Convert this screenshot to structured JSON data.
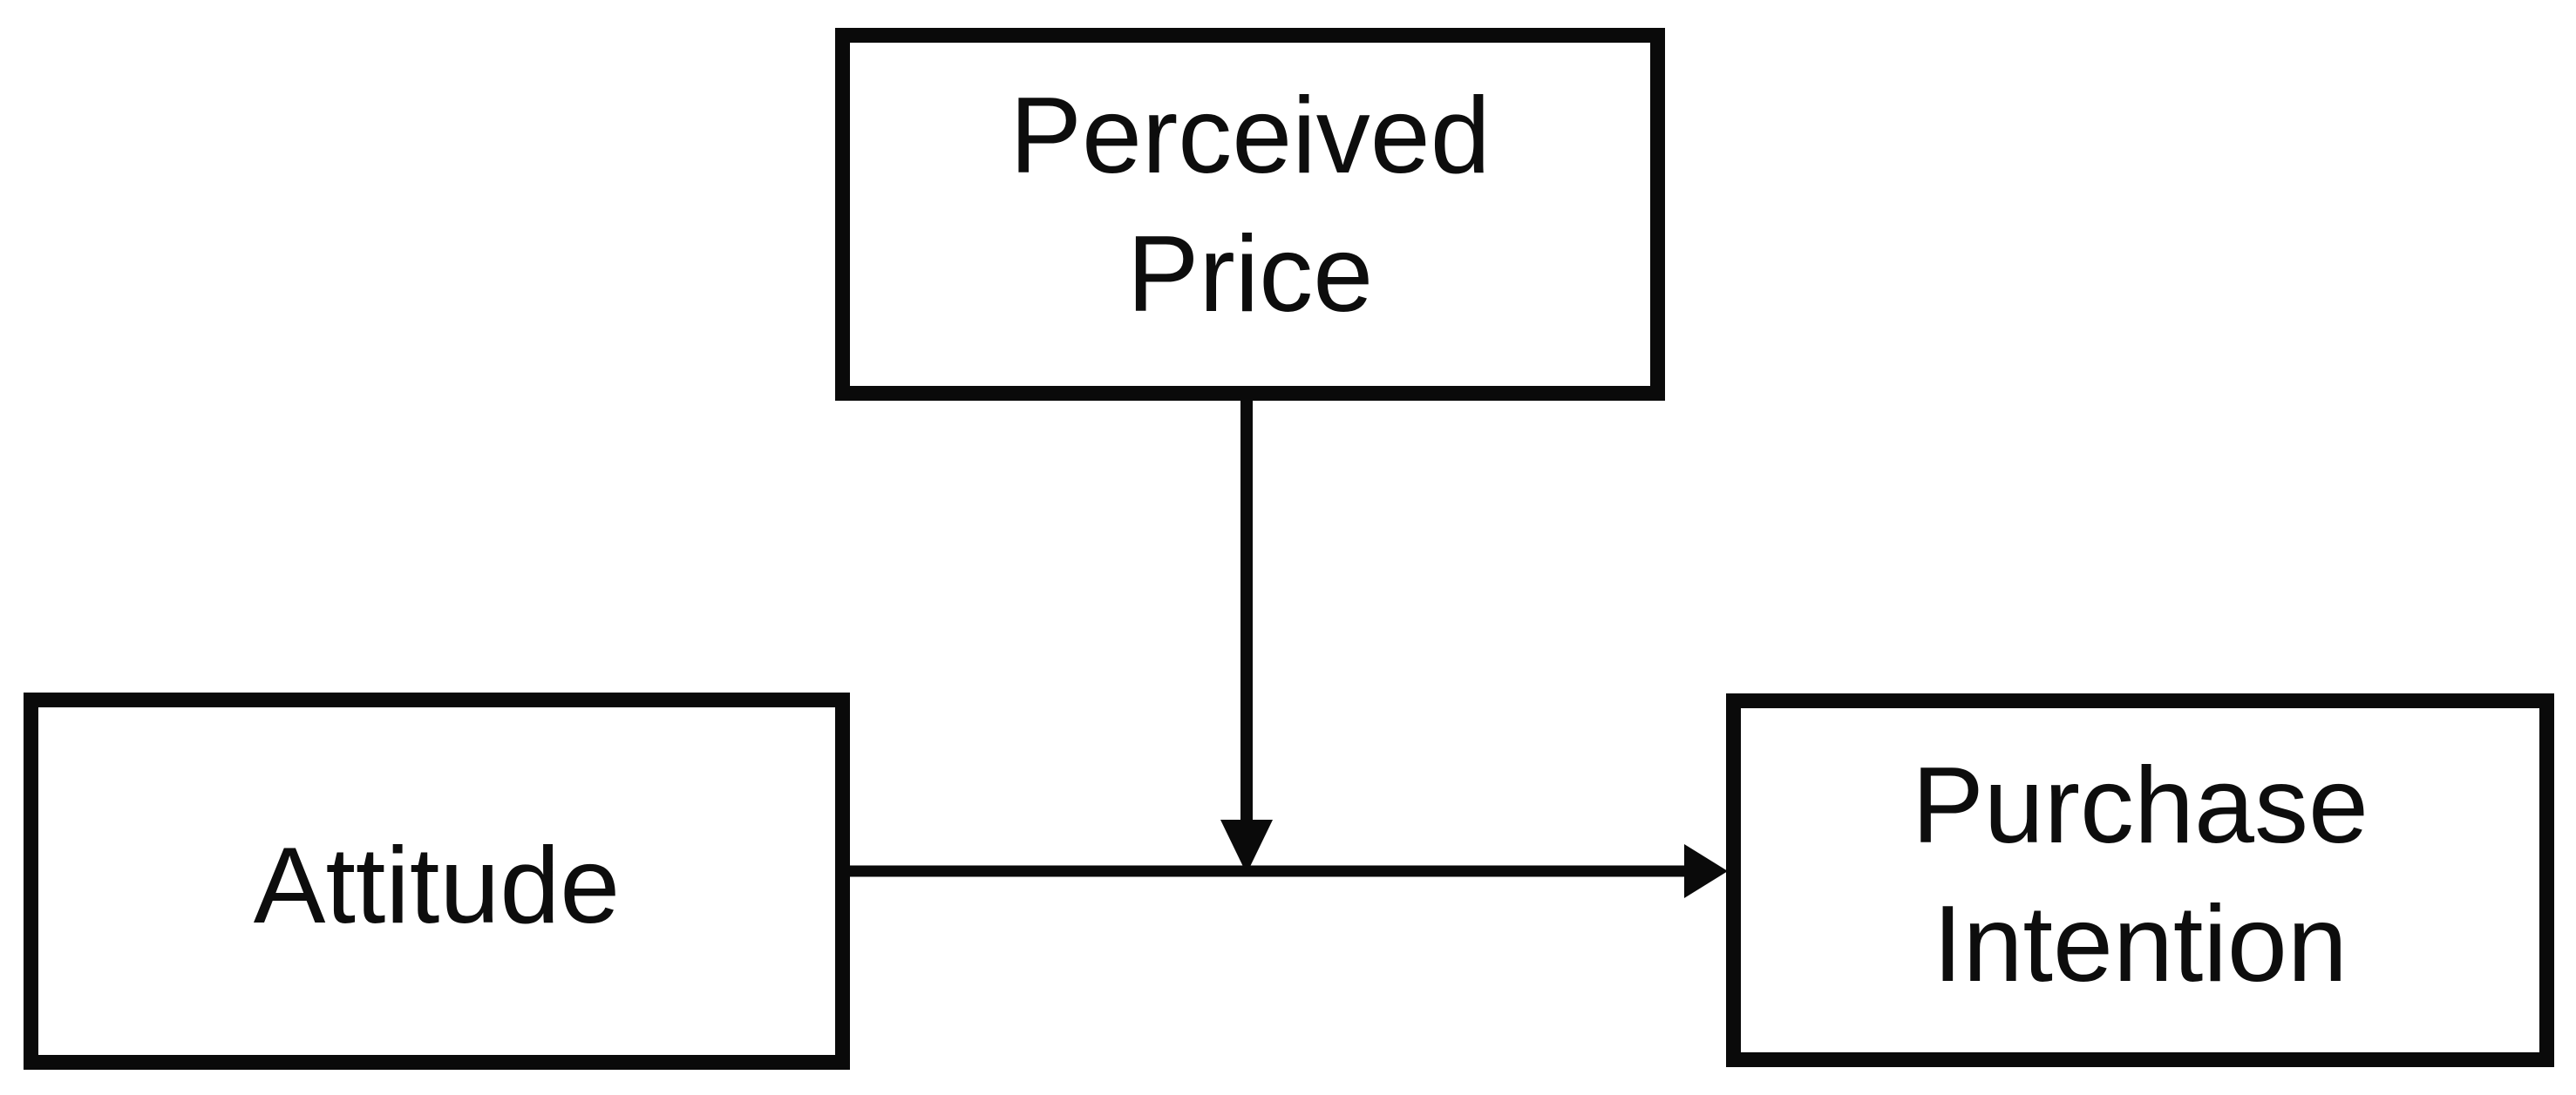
{
  "diagram": {
    "type": "conceptual-model",
    "title": "",
    "background_color": "#ffffff",
    "stroke_color": "#0a0a0a",
    "text_color": "#0d0d0d",
    "nodes": [
      {
        "id": "perceived-price",
        "label": "Perceived\nPrice",
        "shape": "rectangle",
        "role": "moderator"
      },
      {
        "id": "attitude",
        "label": "Attitude",
        "shape": "rectangle",
        "role": "independent-variable"
      },
      {
        "id": "purchase-intention",
        "label": "Purchase\nIntention",
        "shape": "rectangle",
        "role": "dependent-variable"
      }
    ],
    "edges": [
      {
        "id": "attitude-to-purchase-intention",
        "from": "attitude",
        "to": "purchase-intention",
        "orientation": "horizontal",
        "arrowhead": "filled-triangle",
        "label": ""
      },
      {
        "id": "perceived-price-to-path",
        "from": "perceived-price",
        "to": "attitude-to-purchase-intention",
        "orientation": "vertical",
        "arrowhead": "filled-triangle",
        "label": ""
      }
    ]
  }
}
